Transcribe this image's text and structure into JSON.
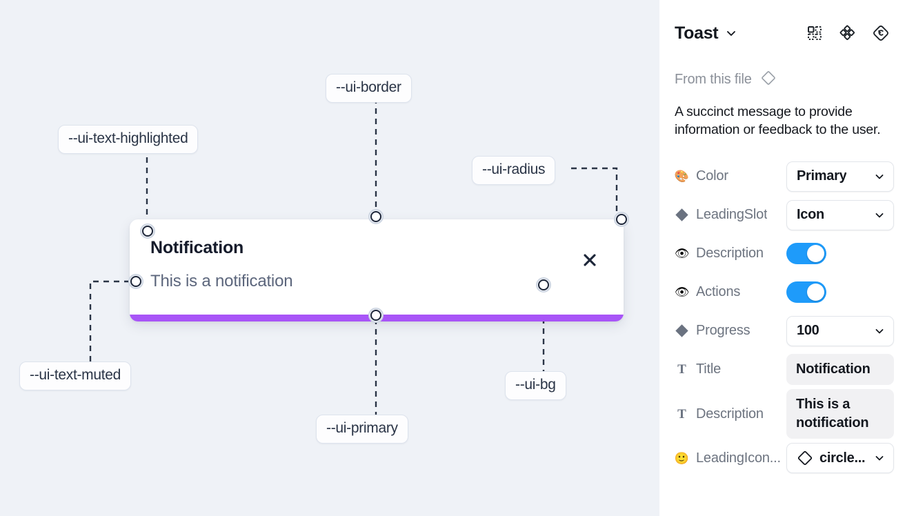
{
  "canvas": {
    "background_color": "#eff2f7",
    "toast": {
      "title": "Notification",
      "description": "This is a notification",
      "close_icon": "close-x-icon",
      "progress_color": "#a855f7",
      "background_color": "#ffffff"
    },
    "annotations": [
      {
        "id": "ui-text-highlighted",
        "label": "--ui-text-highlighted"
      },
      {
        "id": "ui-border",
        "label": "--ui-border"
      },
      {
        "id": "ui-radius",
        "label": "--ui-radius"
      },
      {
        "id": "ui-text-muted",
        "label": "--ui-text-muted"
      },
      {
        "id": "ui-primary",
        "label": "--ui-primary"
      },
      {
        "id": "ui-bg",
        "label": "--ui-bg"
      }
    ]
  },
  "panel": {
    "title": "Toast",
    "title_chevron_icon": "chevron-down-icon",
    "header_icons": [
      {
        "name": "component-grid-icon"
      },
      {
        "name": "variants-diamond-icon"
      },
      {
        "name": "reset-revert-icon"
      }
    ],
    "source": {
      "label": "From this file",
      "icon": "diamond-outline-icon"
    },
    "blurb": "A succinct message to provide information or feedback to the user.",
    "accent_color": "#1e9bfa",
    "properties": [
      {
        "icon": "palette-emoji-icon",
        "icon_glyph": "🎨",
        "icon_kind": "emoji",
        "name": "Color",
        "control": "select",
        "value": "Primary"
      },
      {
        "icon": "diamond-filled-icon",
        "icon_glyph": "",
        "icon_kind": "diamond",
        "name": "LeadingSlot",
        "control": "select",
        "value": "Icon"
      },
      {
        "icon": "eye-emoji-icon",
        "icon_glyph": "👁",
        "icon_kind": "emoji",
        "name": "Description",
        "control": "switch",
        "value": "on"
      },
      {
        "icon": "eye-emoji-icon",
        "icon_glyph": "👁",
        "icon_kind": "emoji",
        "name": "Actions",
        "control": "switch",
        "value": "on"
      },
      {
        "icon": "diamond-filled-icon",
        "icon_glyph": "",
        "icon_kind": "diamond",
        "name": "Progress",
        "control": "select",
        "value": "100"
      },
      {
        "icon": "text-t-icon",
        "icon_glyph": "T",
        "icon_kind": "tglyph",
        "name": "Title",
        "control": "text",
        "value": "Notification"
      },
      {
        "icon": "text-t-icon",
        "icon_glyph": "T",
        "icon_kind": "tglyph",
        "name": "Description",
        "control": "text",
        "value": "This is a notification"
      },
      {
        "icon": "smiley-emoji-icon",
        "icon_glyph": "🙂",
        "icon_kind": "emoji",
        "name": "LeadingIcon...",
        "control": "icon-select",
        "value": "circle..."
      }
    ]
  }
}
